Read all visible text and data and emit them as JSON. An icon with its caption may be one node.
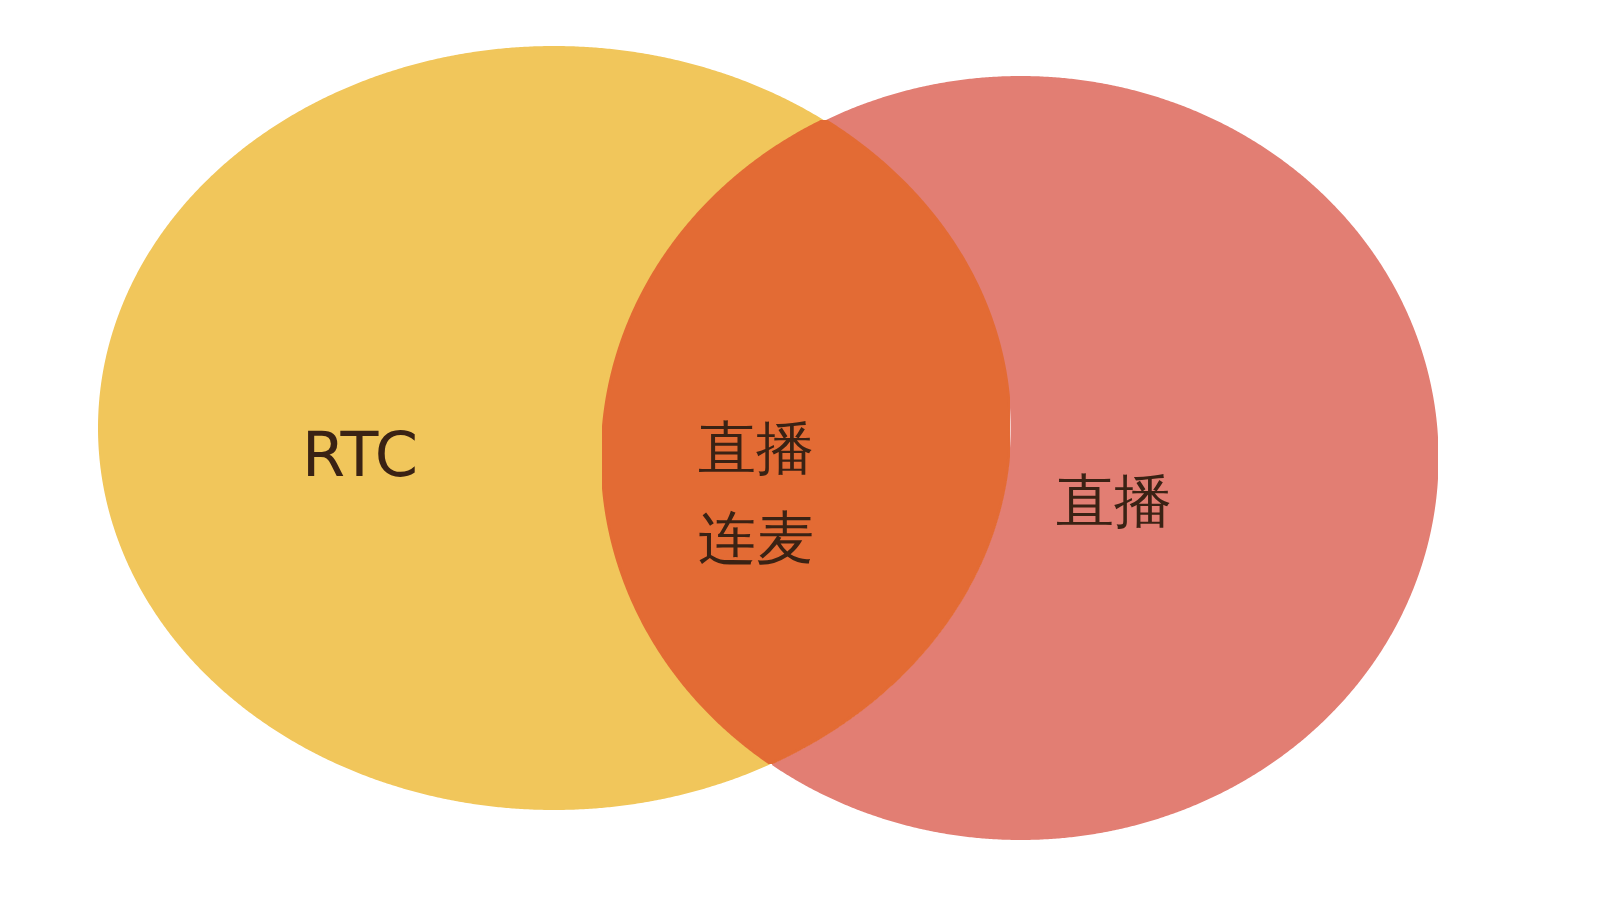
{
  "diagram": {
    "nodes": [
      {
        "text": [
          "RTC"
        ]
      },
      {
        "text": [
          "直播连麦"
        ]
      },
      {
        "text": [
          "直播"
        ]
      }
    ]
  }
}
